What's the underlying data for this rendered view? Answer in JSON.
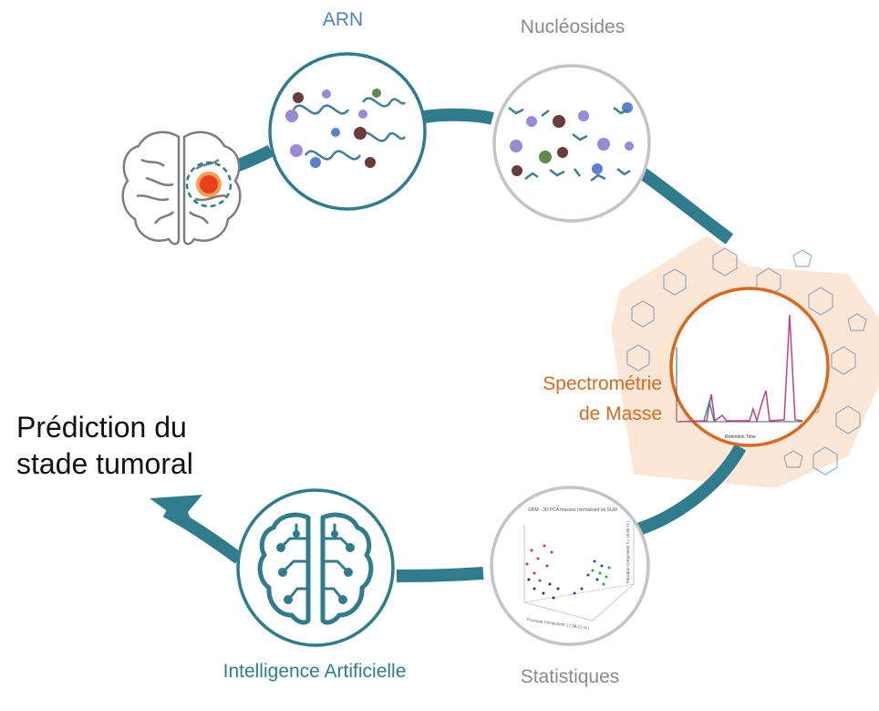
{
  "labels": {
    "arn": "ARN",
    "nucleosides": "Nucléosides",
    "spectrometrie_line1": "Spectrométrie",
    "spectrometrie_line2": "de Masse",
    "statistiques": "Statistiques",
    "ia": "Intelligence Artificielle",
    "prediction_line1": "Prédiction du",
    "prediction_line2": "stade tumoral"
  },
  "pca_plot": {
    "title": "GBM - 3D PCA masses normalised on SUM",
    "xlabel": "Principal Component 1 ( 38.21 % )",
    "ylabel": "Principal Component 2 ( 16.68 % )"
  },
  "chromatogram": {
    "xlabel": "Retention Time"
  },
  "colors": {
    "teal": "#2f7d8c",
    "arn_blue": "#4f7fc2",
    "gray": "#8a8a8a",
    "orange": "#d9691e",
    "peach": "#fbe3cf",
    "tumor": "#e8401c"
  },
  "icons": [
    "brain-tumor-icon",
    "rna-strands-icon",
    "nucleosides-icon",
    "chromatogram-icon",
    "pca-scatter-icon",
    "ai-brain-icon",
    "arrow-icon"
  ]
}
